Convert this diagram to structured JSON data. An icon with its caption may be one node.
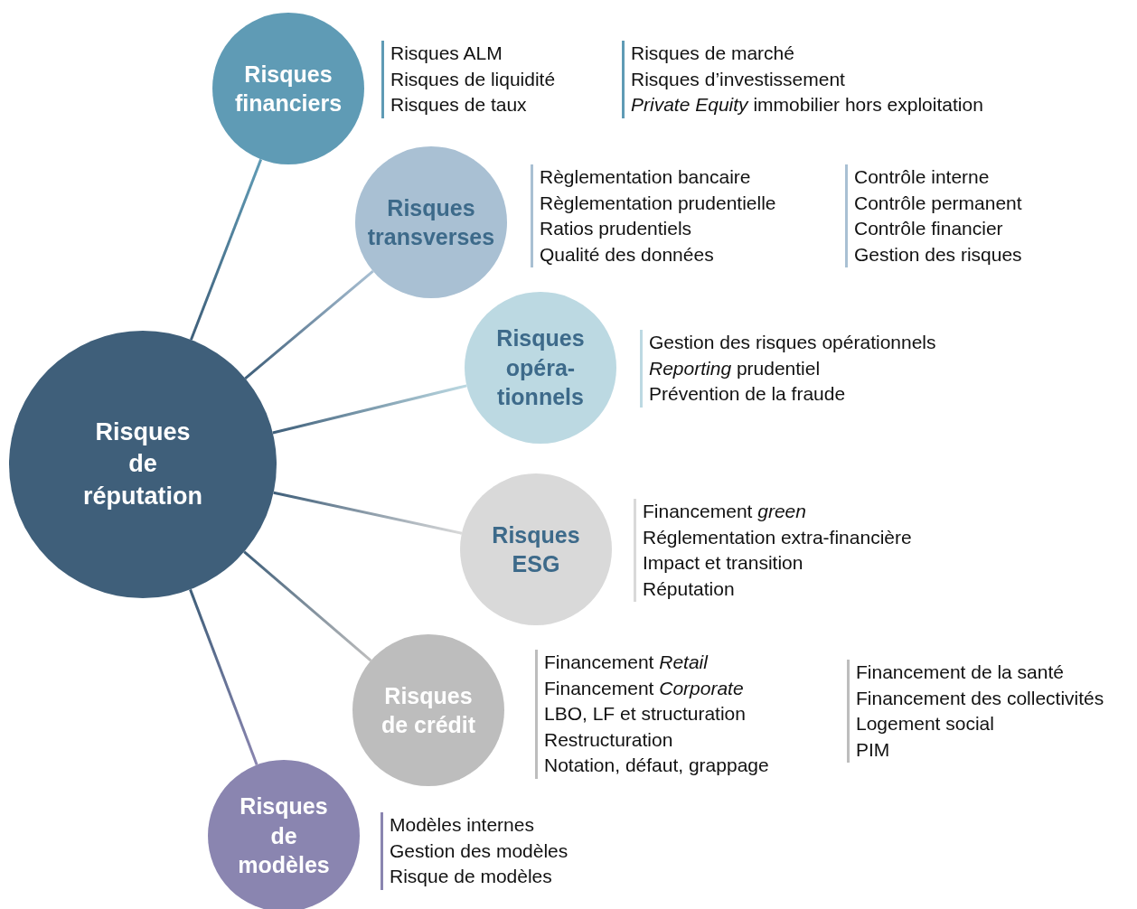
{
  "diagram": {
    "nodes": [
      {
        "text": [
          "Risques de réputation"
        ]
      },
      {
        "text": [
          "Risques financiers"
        ]
      },
      {
        "text": [
          "Risques transverses"
        ]
      },
      {
        "text": [
          "Risques opéra- tionnels"
        ]
      },
      {
        "text": [
          "Risques ESG"
        ]
      },
      {
        "text": [
          "Risques de crédit"
        ]
      },
      {
        "text": [
          "Risques de modèles"
        ]
      }
    ],
    "edges": [
      {
        "from": 0,
        "to": 1,
        "arrow": "none"
      },
      {
        "from": 0,
        "to": 2,
        "arrow": "none"
      },
      {
        "from": 0,
        "to": 3,
        "arrow": "none"
      },
      {
        "from": 0,
        "to": 4,
        "arrow": "none"
      },
      {
        "from": 0,
        "to": 5,
        "arrow": "none"
      },
      {
        "from": 0,
        "to": 6,
        "arrow": "none"
      }
    ],
    "labels": [
      "Risques ALM",
      "Risques de liquidité",
      "Risques de taux",
      "Risques de marché",
      "Risques d’investissement",
      "*Private Equity* immobilier hors exploitation",
      "Règlementation bancaire",
      "Règlementation prudentielle",
      "Ratios prudentiels",
      "Qualité des données",
      "Contrôle interne",
      "Contrôle permanent",
      "Contrôle financier",
      "Gestion des risques",
      "Gestion des risques opérationnels",
      "*Reporting* prudentiel",
      "Prévention de la fraude",
      "Financement *green*",
      "Réglementation extra-financière",
      "Impact et transition",
      "Réputation",
      "Financement *Retail*",
      "Financement *Corporate*",
      "LBO, LF et structuration",
      "Restructuration",
      "Notation, défaut, grappage",
      "Financement de la santé",
      "Financement des collectivités",
      "Logement social",
      "PIM",
      "Modèles internes",
      "Gestion des modèles",
      "Risque de modèles"
    ]
  }
}
